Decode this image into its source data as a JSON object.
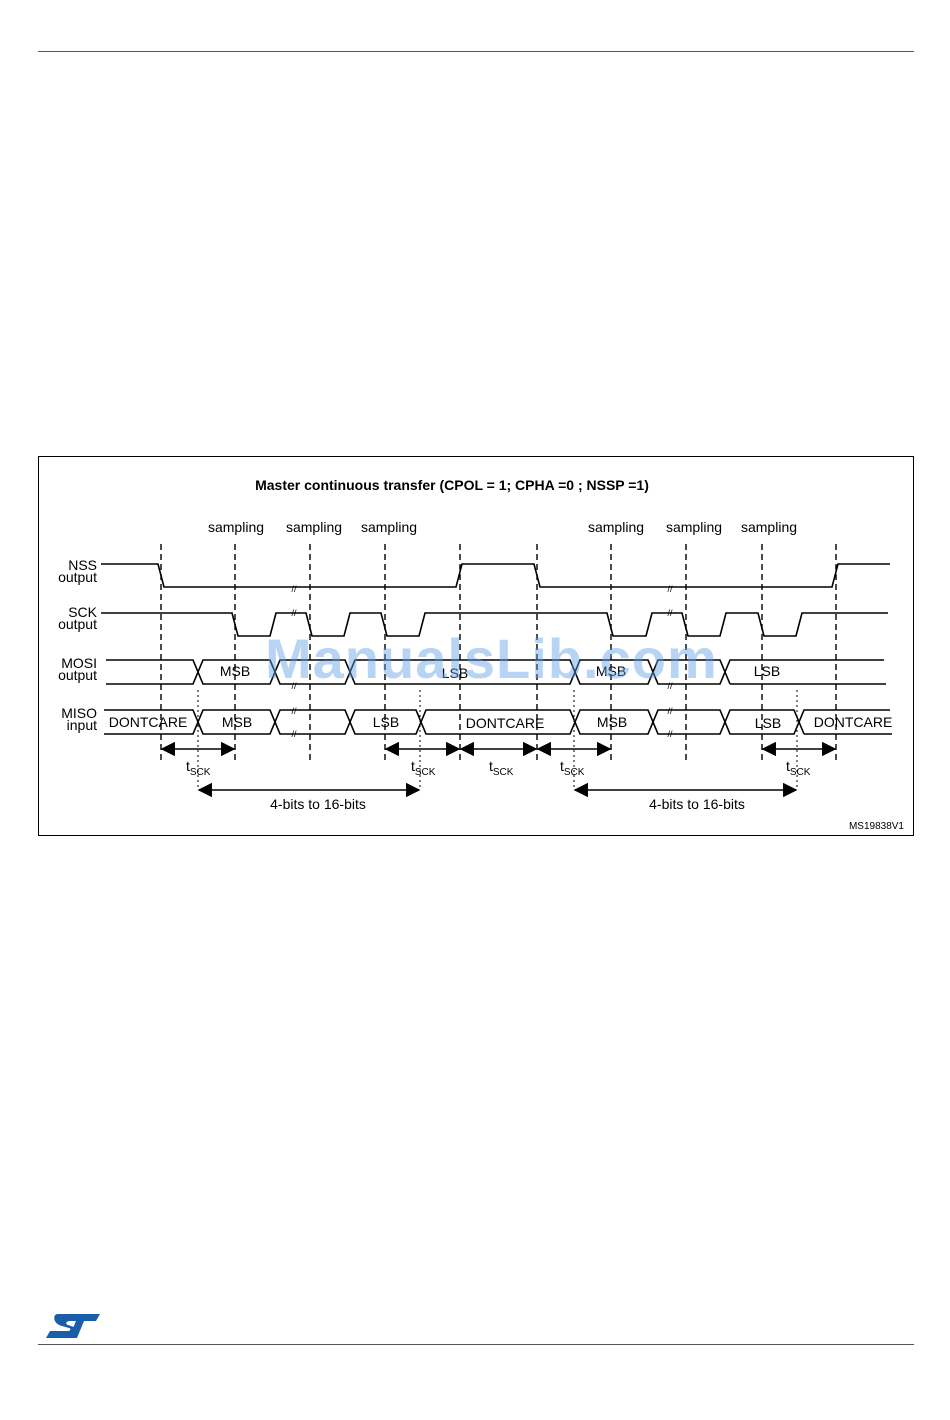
{
  "figure": {
    "title": "Master continuous transfer (CPOL = 1; CPHA =0 ; NSSP =1)",
    "reference": "MS19838V1",
    "watermark": "ManualsLib.com",
    "sampling_labels": [
      "sampling",
      "sampling",
      "sampling",
      "sampling",
      "sampling",
      "sampling"
    ],
    "signals": [
      {
        "name": "NSS",
        "dir": "output"
      },
      {
        "name": "SCK",
        "dir": "output"
      },
      {
        "name": "MOSI",
        "dir": "output"
      },
      {
        "name": "MISO",
        "dir": "input"
      }
    ],
    "mosi_labels": {
      "msb1": "MSB",
      "lsb1": "LSB",
      "msb2": "MSB",
      "lsb2": "LSB"
    },
    "miso_labels": {
      "dc1": "DONTCARE",
      "msb1": "MSB",
      "lsb1": "LSB",
      "dc2": "DONTCARE",
      "msb2": "MSB",
      "lsb2": "LSB",
      "dc3": "DONTCARE"
    },
    "timing": {
      "t_main": "t",
      "t_sub": "SCK",
      "bits_label_1": "4-bits to 16-bits",
      "bits_label_2": "4-bits to 16-bits"
    }
  },
  "logo": {
    "name": "st-logo",
    "color": "#1a5da8"
  }
}
